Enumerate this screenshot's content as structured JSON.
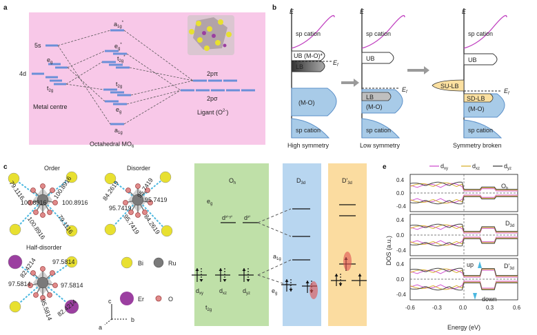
{
  "panel_letters": {
    "a": "a",
    "b": "b",
    "c": "c",
    "d": "d",
    "e": "e"
  },
  "panel_a": {
    "metal_levels": {
      "s": "5s",
      "eg": "e",
      "eg_sub": "g",
      "d": "4d",
      "t2g": "t",
      "t2g_sub": "2g"
    },
    "mo_levels": {
      "a1g_star": "a",
      "a1g_star_sub": "1g",
      "a1g_star_sup": "*",
      "eg_star": "e",
      "eg_star_sub": "g",
      "eg_star_sup": "*",
      "t2g_star": "t",
      "t2g_star_sub": "2g",
      "t2g_star_sup": "*",
      "t2g": "t",
      "t2g_sub": "2g",
      "eg": "e",
      "eg_sub": "g",
      "a1g": "a",
      "a1g_sub": "1g"
    },
    "ligand_levels": {
      "p_pi": "2pπ",
      "p_sigma": "2pσ"
    },
    "captions": {
      "metal": "Metal centre",
      "octahedral": "Octahedral MO",
      "octahedral_sub": "6",
      "ligand": "Ligant (O",
      "ligand_sup": "2-",
      "ligand_close": ")"
    }
  },
  "panel_b": {
    "axis_label": "E",
    "columns": [
      {
        "caption": "High symmetry",
        "top": "sp cation",
        "ub": "UB (M-O)*",
        "lb": "LB",
        "ef": "E",
        "ef_sub": "f",
        "mo": "(M-O)",
        "bottom": "sp cation"
      },
      {
        "caption": "Low symmetry",
        "top": "sp cation",
        "ub": "UB",
        "lb": "LB",
        "lb2": "(M-O)",
        "ef": "E",
        "ef_sub": "f",
        "bottom": "sp cation"
      },
      {
        "caption": "Symmetry broken",
        "top": "sp cation",
        "ub": "UB",
        "sulb": "SU-LB",
        "sdlb": "SD-LB",
        "mo": "(M-O)",
        "ef": "E",
        "ef_sub": "f",
        "bottom": "sp cation"
      }
    ]
  },
  "panel_c": {
    "order": {
      "title": "Order",
      "values": [
        "79.1116",
        "100.8916",
        "100.8916",
        "100.8916",
        "100.8916",
        "79.1116"
      ]
    },
    "disorder": {
      "title": "Disorder",
      "values": [
        "84.2619",
        "95.7419",
        "95.7419",
        "95.7419",
        "95.7419",
        "84.2619"
      ]
    },
    "half": {
      "title": "Half-disorder",
      "values": [
        "82.4214",
        "97.5814",
        "97.5814",
        "97.5814",
        "95.5814",
        "82.4214"
      ]
    },
    "legend": {
      "bi": "Bi",
      "ru": "Ru",
      "er": "Er",
      "o": "O"
    },
    "axes": {
      "c": "c",
      "a": "a",
      "b": "b"
    },
    "colors": {
      "bi": "#e8e030",
      "ru": "#7a7a7a",
      "er": "#9b3fa0",
      "o": "#e08a8a"
    }
  },
  "panel_d": {
    "columns": [
      {
        "title": "O",
        "sub": "h"
      },
      {
        "title": "D",
        "sub": "3d"
      },
      {
        "title": "D'",
        "sub": "3d"
      }
    ],
    "eg": "e",
    "eg_sub": "g",
    "dx2y2": "d",
    "dx2y2_sub": "x²-y²",
    "dz2": "d",
    "dz2_sub": "z²",
    "a1g": "a",
    "a1g_sub": "1g",
    "dxy": "d",
    "dxy_sub": "xy",
    "dxz": "d",
    "dxz_sub": "xz",
    "dyz": "d",
    "dyz_sub": "yz",
    "t2g": "t",
    "t2g_sub": "2g",
    "eg2": "e",
    "eg2_sub": "g",
    "colors": {
      "oh": "#bfe0a8",
      "d3d": "#b8d6f0",
      "d3d_prime": "#fbdca0"
    }
  },
  "panel_e": {
    "legend": [
      {
        "label": "d",
        "sub": "xy",
        "color": "#d050d0"
      },
      {
        "label": "d",
        "sub": "xz",
        "color": "#d8b030"
      },
      {
        "label": "d",
        "sub": "yz",
        "color": "#404040"
      }
    ],
    "ylabel": "DOS (a.u.)",
    "xlabel": "Energy (eV)",
    "xticks": [
      "-0.6",
      "-0.3",
      "0.0",
      "0.3",
      "0.6"
    ],
    "yticks": [
      "0.4",
      "0.0",
      "-0.4"
    ],
    "subpanels": [
      {
        "label": "O",
        "sub": "h"
      },
      {
        "label": "D",
        "sub": "3d"
      },
      {
        "label": "D'",
        "sub": "3d"
      }
    ],
    "up": "up",
    "down": "down"
  }
}
